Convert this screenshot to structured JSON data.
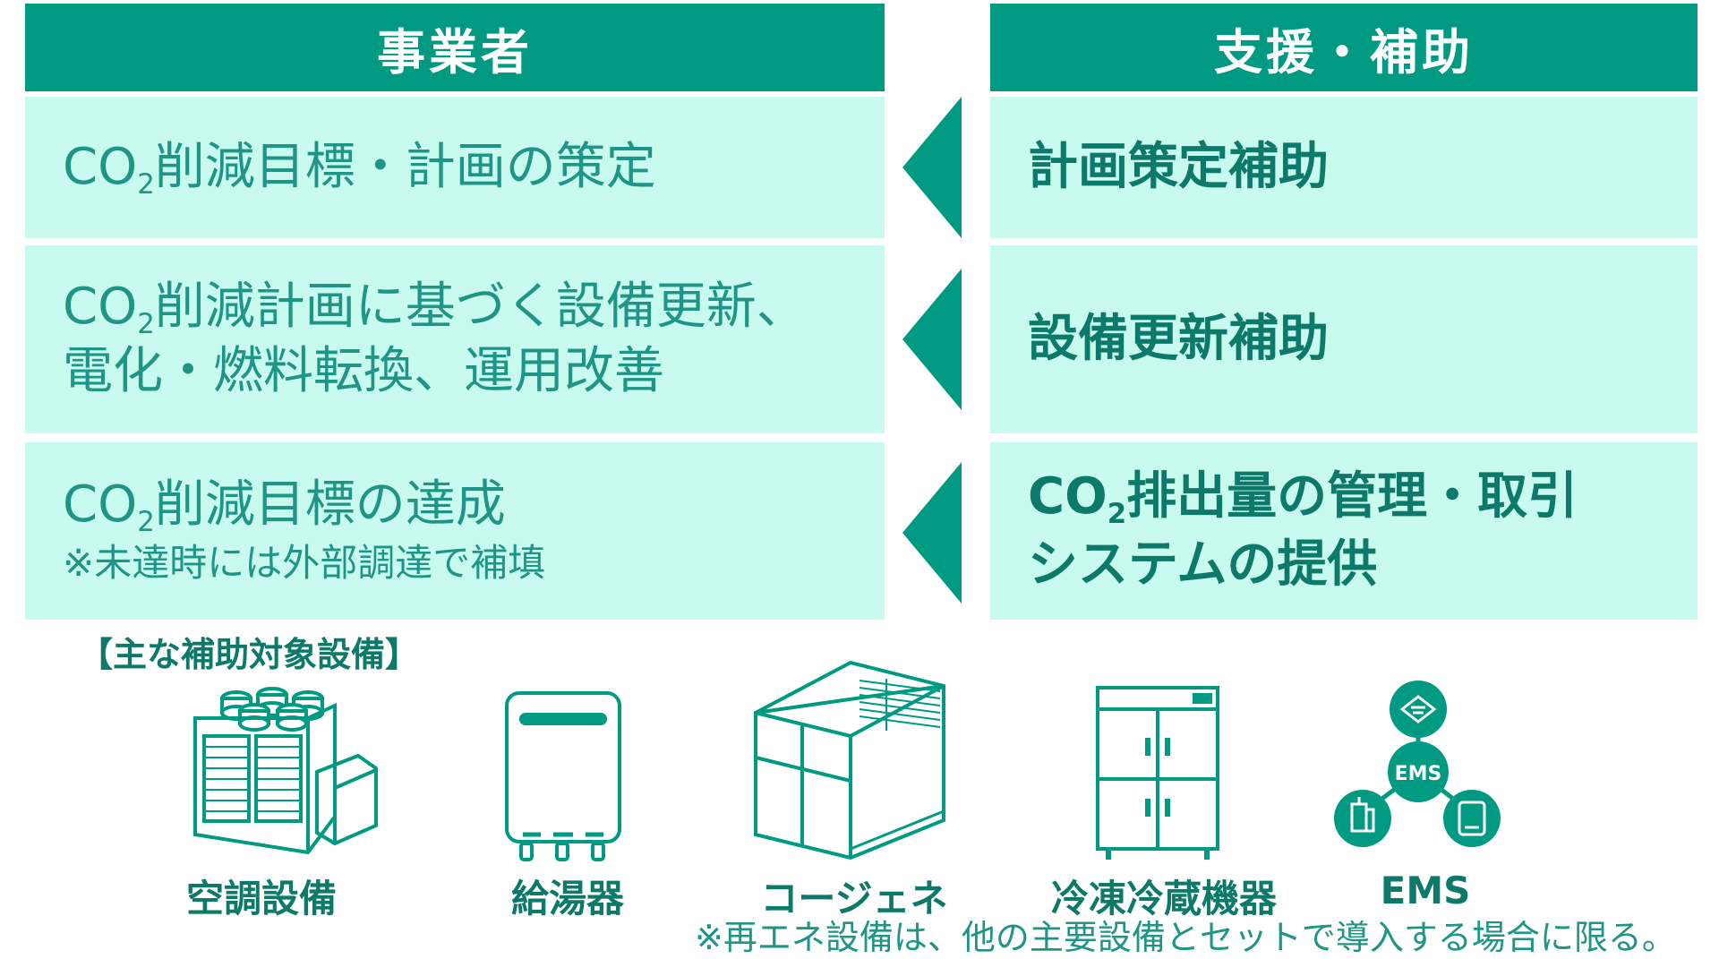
{
  "headers": {
    "left": "事業者",
    "right": "支援・補助"
  },
  "rows": [
    {
      "left": {
        "co2": "CO",
        "sub": "2",
        "text": "削減目標・計画の策定",
        "line2": "",
        "note": ""
      },
      "right": {
        "co2": "",
        "sub": "",
        "text": "計画策定補助",
        "line2": ""
      }
    },
    {
      "left": {
        "co2": "CO",
        "sub": "2",
        "text": "削減計画に基づく設備更新、",
        "line2": "電化・燃料転換、運用改善",
        "note": ""
      },
      "right": {
        "co2": "",
        "sub": "",
        "text": "設備更新補助",
        "line2": ""
      }
    },
    {
      "left": {
        "co2": "CO",
        "sub": "2",
        "text": "削減目標の達成",
        "line2": "",
        "note": "※未達時には外部調達で補填"
      },
      "right": {
        "co2": "CO",
        "sub": "2",
        "text": "排出量の管理・取引",
        "line2": "システムの提供"
      }
    }
  ],
  "equipment": {
    "title": "【主な補助対象設備】",
    "items": [
      {
        "label": "空調設備",
        "icon": "air-conditioner-icon"
      },
      {
        "label": "給湯器",
        "icon": "water-heater-icon"
      },
      {
        "label": "コージェネ",
        "icon": "cogeneration-icon"
      },
      {
        "label": "冷凍冷蔵機器",
        "icon": "refrigerator-icon"
      },
      {
        "label": "EMS",
        "icon": "ems-icon"
      }
    ],
    "ems_center": "EMS"
  },
  "footnote": "※再エネ設備は、他の主要設備とセットで導入する場合に限る。",
  "colors": {
    "accent": "#009A82",
    "cell_bg": "#C8FAF0",
    "text_dark": "#0d7a69"
  }
}
